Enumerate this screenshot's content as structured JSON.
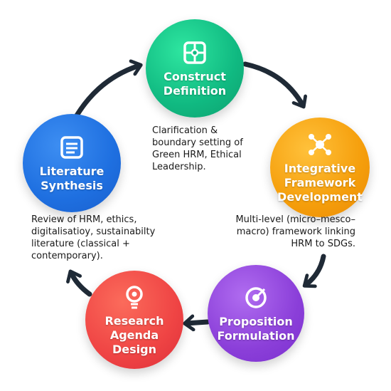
{
  "colors": {
    "construct": "#10b981",
    "integrative": "#f59e0b",
    "proposition": "#8b3fd9",
    "research": "#ef4444",
    "literature": "#1e6fe0",
    "arrow": "#1f2a36"
  },
  "nodes": {
    "construct": {
      "label": "Construct\nDefinition",
      "icon": "puzzle-icon"
    },
    "integrative": {
      "label": "Integrative\nFramework\nDevelopment",
      "icon": "network-icon"
    },
    "proposition": {
      "label": "Proposition\nFormulation",
      "icon": "target-icon"
    },
    "research": {
      "label": "Research\nAgenda\nDesign",
      "icon": "lightbulb-icon"
    },
    "literature": {
      "label": "Literature\nSynthesis",
      "icon": "document-icon"
    }
  },
  "descriptions": {
    "construct": "Clarification &\nboundary setting of\nGreen HRM, Ethical\nLeadership.",
    "integrative": "Multi-level (micro–mesco–\nmacro) framework linking\nHRM to SDGs.",
    "literature": "Review of HRM, ethics,\ndigitalisatioy, sustainabilty\nliterature (classical +\ncontemporary)."
  }
}
